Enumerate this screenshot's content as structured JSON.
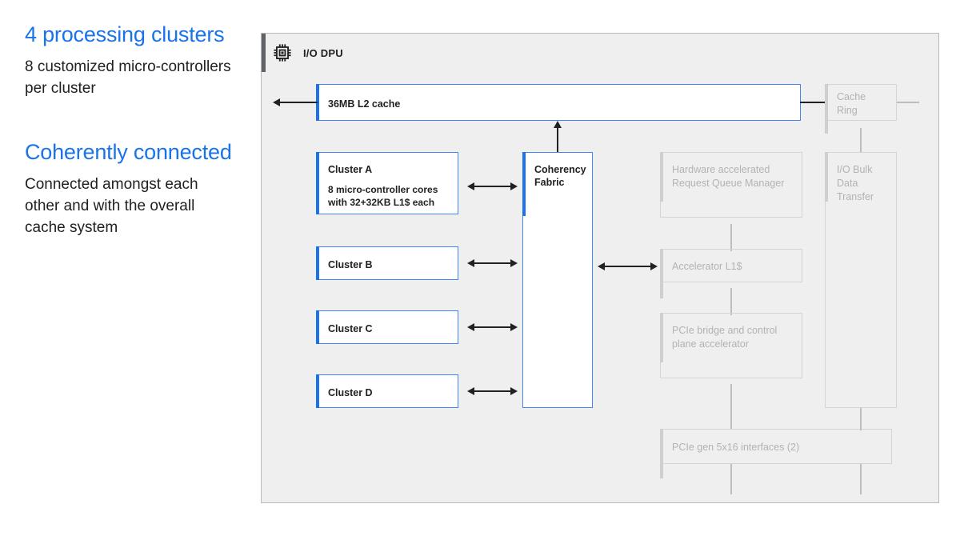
{
  "copy": {
    "blocks": [
      {
        "headline": "4 processing clusters",
        "body": "8 customized micro-controllers per cluster"
      },
      {
        "headline": "Coherently connected",
        "body": "Connected amongst each other and with the overall cache system"
      }
    ]
  },
  "colors": {
    "accent_blue": "#1a73e8",
    "node_border_blue": "#4285f4",
    "panel_bg": "#efefef",
    "panel_border": "#b9b9b9",
    "dim_text": "#b0b3b6",
    "dim_border": "#d4d4d4",
    "line_dark": "#202124",
    "line_grey": "#bdbdbd",
    "panel_accent": "#5f6368"
  },
  "diagram": {
    "title": "I/O DPU",
    "icon": "chip-icon",
    "nodes": {
      "l2_cache": {
        "title": "36MB L2 cache"
      },
      "cluster_a": {
        "title": "Cluster A",
        "sub": "8 micro-controller cores with 32+32KB L1$ each"
      },
      "cluster_b": {
        "title": "Cluster B"
      },
      "cluster_c": {
        "title": "Cluster C"
      },
      "cluster_d": {
        "title": "Cluster D"
      },
      "fabric": {
        "title": "Coherency Fabric"
      },
      "rqm": {
        "title": "Hardware accelerated Request Queue Manager"
      },
      "accel_l1": {
        "title": "Accelerator L1$"
      },
      "pcie_bridge": {
        "title": "PCIe bridge and control plane accelerator"
      },
      "pcie_ifaces": {
        "title": "PCIe gen 5x16 interfaces (2)"
      },
      "cache_ring": {
        "title": "Cache Ring"
      },
      "io_bulk": {
        "title": "I/O Bulk Data Transfer"
      }
    }
  }
}
